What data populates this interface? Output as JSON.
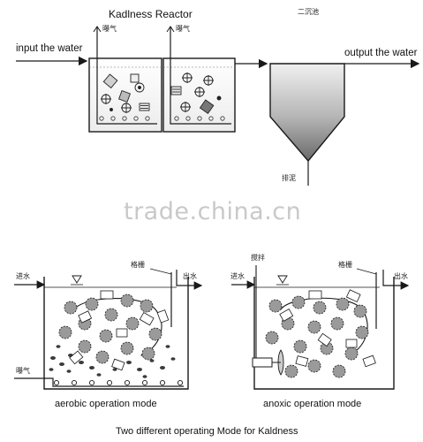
{
  "top_diagram": {
    "reactor_title": "Kadlness Reactor",
    "input_label": "input the water",
    "output_label": "output the water",
    "aeration_label_1": "曝气",
    "aeration_label_2": "曝气",
    "clarifier_label": "二沉池",
    "sludge_label": "排泥"
  },
  "watermark": "trade.china.cn",
  "aerobic": {
    "inlet_label": "进水",
    "screen_label": "格栅",
    "outlet_label": "出水",
    "aeration_label": "曝气",
    "mode_label": "aerobic operation mode"
  },
  "anoxic": {
    "stirrer_label": "搅拌",
    "inlet_label": "进水",
    "screen_label": "格栅",
    "outlet_label": "出水",
    "mode_label": "anoxic operation mode"
  },
  "caption": "Two different operating Mode for Kaldness",
  "colors": {
    "line": "#1a1a1a",
    "water_top": "#f2f2f2",
    "sludge_gradient_top": "#e8e8e8",
    "sludge_gradient_bottom": "#6f6f6f",
    "watermark": "#c9c9c9"
  }
}
